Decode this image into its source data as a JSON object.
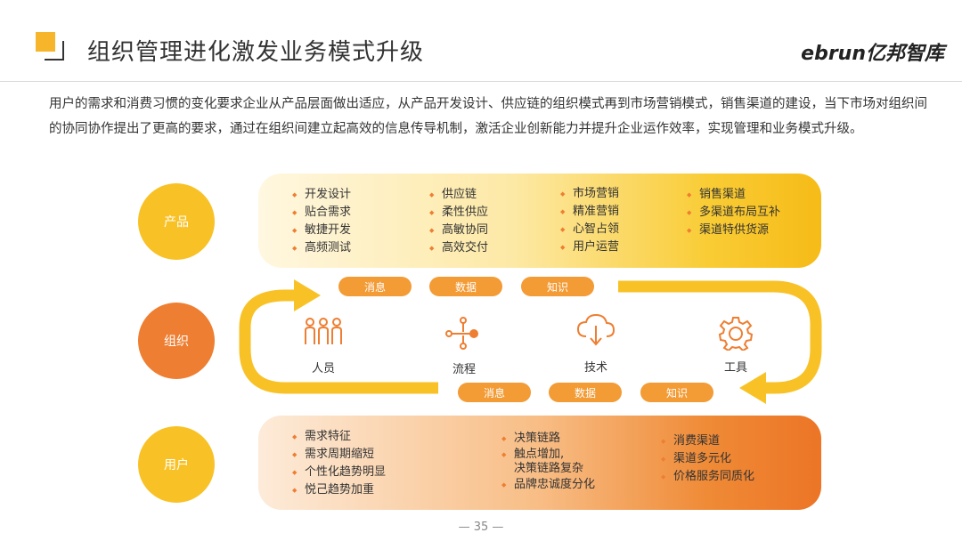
{
  "header": {
    "title": "组织管理进化激发业务模式升级",
    "brand": "ebrun亿邦智库"
  },
  "intro": "用户的需求和消费习惯的变化要求企业从产品层面做出适应，从产品开发设计、供应链的组织模式再到市场营销模式，销售渠道的建设，当下市场对组织间的协同协作提出了更高的要求，通过在组织间建立起高效的信息传导机制，激活企业创新能力并提升企业运作效率，实现管理和业务模式升级。",
  "rows": {
    "product": {
      "label": "产品",
      "columns": [
        [
          "开发设计",
          "贴合需求",
          "敏捷开发",
          "高频测试"
        ],
        [
          "供应链",
          "柔性供应",
          "高敏协同",
          "高效交付"
        ],
        [
          "市场营销",
          "精准营销",
          "心智占领",
          "用户运营"
        ],
        [
          "销售渠道",
          "多渠道布局互补",
          "渠道特供货源"
        ]
      ]
    },
    "org": {
      "label": "组织",
      "top_pills": [
        "消息",
        "数据",
        "知识"
      ],
      "bottom_pills": [
        "消息",
        "数据",
        "知识"
      ],
      "icons": [
        {
          "name": "people-icon",
          "label": "人员"
        },
        {
          "name": "process-icon",
          "label": "流程"
        },
        {
          "name": "cloud-download-icon",
          "label": "技术"
        },
        {
          "name": "gear-icon",
          "label": "工具"
        }
      ]
    },
    "user": {
      "label": "用户",
      "columns": [
        [
          "需求特征",
          "需求周期缩短",
          "个性化趋势明显",
          "悦己趋势加重"
        ],
        [
          "决策链路",
          "触点增加,\n决策链路复杂",
          "品牌忠诚度分化"
        ],
        [
          "消费渠道",
          "渠道多元化",
          "价格服务同质化"
        ]
      ]
    }
  },
  "footer": {
    "page": "— 35 —"
  },
  "colors": {
    "yellow": "#F8C227",
    "orange": "#EE7E31",
    "pill": "#F39B35"
  }
}
